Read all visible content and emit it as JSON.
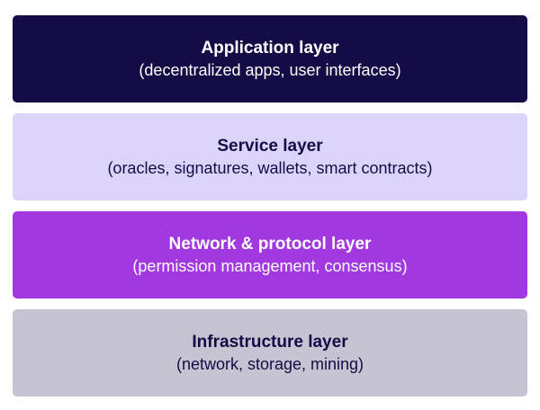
{
  "layers": [
    {
      "title": "Application layer",
      "description": "(decentralized apps, user interfaces)",
      "background": "#140c45",
      "text_color": "#ffffff"
    },
    {
      "title": "Service layer",
      "description": "(oracles, signatures, wallets, smart contracts)",
      "background": "#dcd4fb",
      "text_color": "#140c45"
    },
    {
      "title": "Network & protocol layer",
      "description": "(permission management, consensus)",
      "background": "#a238e0",
      "text_color": "#ffffff"
    },
    {
      "title": "Infrastructure layer",
      "description": "(network, storage, mining)",
      "background": "#c6c3d3",
      "text_color": "#140c45"
    }
  ]
}
